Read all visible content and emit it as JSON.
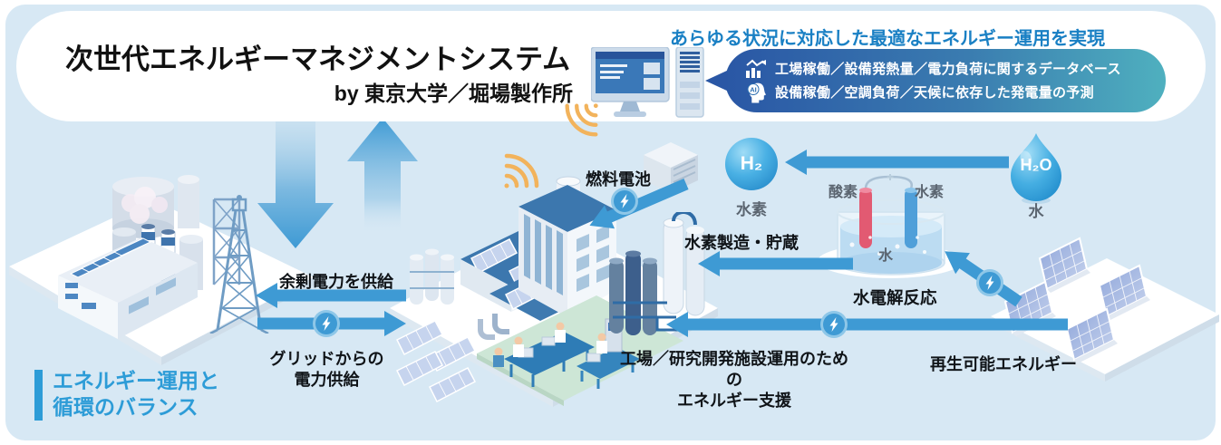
{
  "header": {
    "title": "次世代エネルギーマネジメントシステム",
    "subtitle": "by 東京大学／堀場製作所",
    "tagline": "あらゆる状況に対応した最適なエネルギー運用を実現",
    "callout_items": [
      {
        "icon": "chart-trend-icon",
        "text": "工場稼働／設備発熱量／電力負荷に関するデータベース"
      },
      {
        "icon": "ai-head-icon",
        "text": "設備稼働／空調負荷／天候に依存した発電量の予測"
      }
    ],
    "ai_badge": "AI"
  },
  "flow_labels": {
    "surplus_power": "余剰電力を供給",
    "grid_supply_line1": "グリッドからの",
    "grid_supply_line2": "電力供給",
    "fuel_cell": "燃料電池",
    "hydrogen_storage": "水素製造・貯蔵",
    "electrolysis": "水電解反応",
    "energy_support_line1": "工場／研究開発施設運用のための",
    "energy_support_line2": "エネルギー支援",
    "renewable": "再生可能エネルギー"
  },
  "molecules": {
    "h2_symbol": "H₂",
    "h2_label": "水素",
    "h2o_symbol": "H₂O",
    "h2o_label": "水",
    "oxygen_label": "酸素",
    "hydrogen_label": "水素",
    "water_label": "水"
  },
  "footer": {
    "balance_line1": "エネルギー運用と",
    "balance_line2": "循環のバランス"
  },
  "colors": {
    "background": "#d7e8f4",
    "arrow_blue": "#3e9ad4",
    "tagline_blue": "#1a80c4",
    "balance_blue": "#2d9cd7",
    "callout_gradient_start": "#2a57a5",
    "callout_gradient_end": "#4fb0bf",
    "wifi_orange": "#f2b35c",
    "oxygen_electrode": "#e25a72",
    "hydrogen_electrode": "#4f9fd9"
  }
}
